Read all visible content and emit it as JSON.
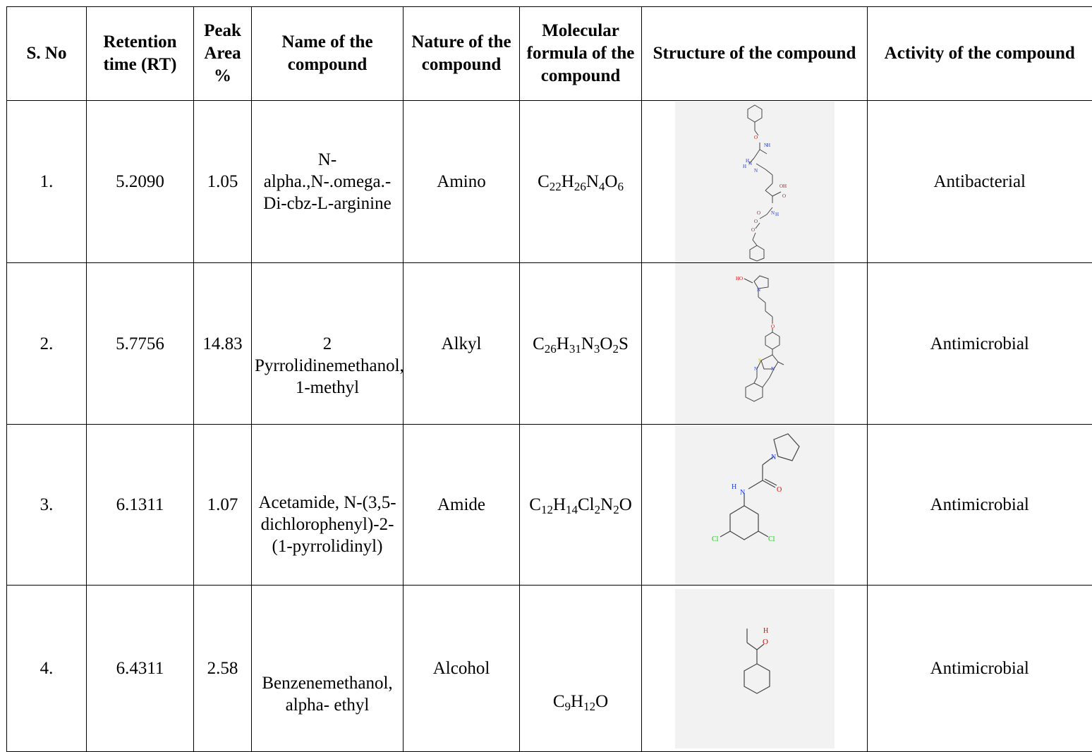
{
  "headers": {
    "sno": "S. No",
    "rt": "Retention time (RT)",
    "peak": "Peak Area %",
    "name": "Name of the compound",
    "nature": "Nature of the compound",
    "formula": "Molecular formula of the compound",
    "structure": "Structure of the compound",
    "activity": "Activity of the compound"
  },
  "rows": [
    {
      "sno": "1.",
      "rt": "5.2090",
      "peak": "1.05",
      "name": "N-alpha.,N-.omega.-Di-cbz-L-arginine",
      "nature": "Amino",
      "formula": [
        [
          "C",
          "22"
        ],
        [
          "H",
          "26"
        ],
        [
          "N",
          "4"
        ],
        [
          "O",
          "6"
        ]
      ],
      "activity": "Antibacterial",
      "atoms": [
        "O",
        "N",
        "H",
        "H",
        "N",
        "N",
        "H",
        "OH",
        "O",
        "O",
        "N",
        "H",
        "O",
        "O"
      ]
    },
    {
      "sno": "2.",
      "rt": "5.7756",
      "peak": "14.83",
      "name": "2 Pyrrolidinemethanol, 1-methyl",
      "nature": "Alkyl",
      "formula": [
        [
          "C",
          "26"
        ],
        [
          "H",
          "31"
        ],
        [
          "N",
          "3"
        ],
        [
          "O",
          "2"
        ],
        [
          "S",
          ""
        ]
      ],
      "activity": "Antimicrobial",
      "atoms": [
        "HO",
        "N",
        "O",
        "S",
        "N",
        "N"
      ]
    },
    {
      "sno": "3.",
      "rt": "6.1311",
      "peak": "1.07",
      "name": "Acetamide, N-(3,5-dichlorophenyl)-2-(1-pyrrolidinyl)",
      "nature": "Amide",
      "formula": [
        [
          "C",
          "12"
        ],
        [
          "H",
          "14"
        ],
        [
          "Cl",
          "2"
        ],
        [
          "N",
          "2"
        ],
        [
          "O",
          ""
        ]
      ],
      "activity": "Antimicrobial",
      "atoms": [
        "N",
        "H",
        "N",
        "O",
        "Cl",
        "Cl"
      ]
    },
    {
      "sno": "4.",
      "rt": "6.4311",
      "peak": "2.58",
      "name": "Benzenemethanol, alpha- ethyl",
      "nature": "Alcohol",
      "formula": [
        [
          "C",
          "9"
        ],
        [
          "H",
          "12"
        ],
        [
          "O",
          ""
        ]
      ],
      "activity": "Antimicrobial",
      "atoms": [
        "H",
        "O"
      ]
    }
  ],
  "colors": {
    "oxygen": "#e00000",
    "nitrogen": "#2040e0",
    "sulfur": "#c8b400",
    "chlorine": "#20c020"
  }
}
